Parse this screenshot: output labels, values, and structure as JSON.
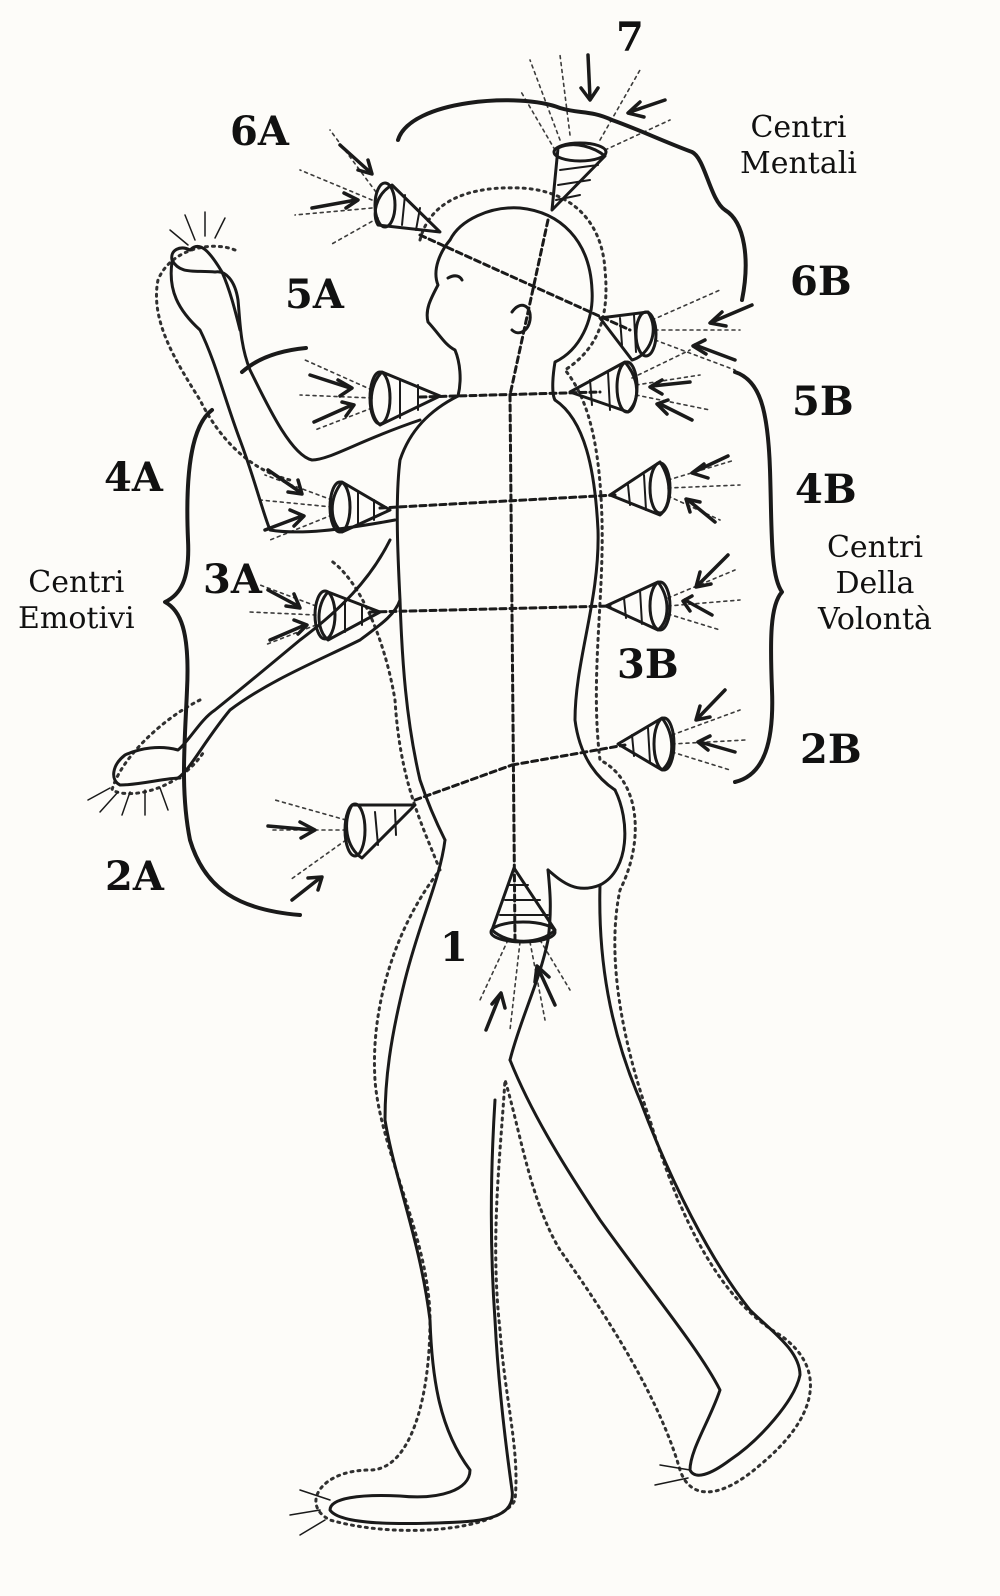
{
  "labels": {
    "c7": "7",
    "c6a": "6A",
    "c6b": "6B",
    "c5a": "5A",
    "c5b": "5B",
    "c4a": "4A",
    "c4b": "4B",
    "c3a": "3A",
    "c3b": "3B",
    "c2a": "2A",
    "c2b": "2B",
    "c1": "1"
  },
  "groups": {
    "mental": {
      "line1": "Centri",
      "line2": "Mentali"
    },
    "emotional": {
      "line1": "Centri",
      "line2": "Emotivi"
    },
    "will": {
      "line1": "Centri",
      "line2": "Della",
      "line3": "Volontà"
    }
  },
  "colors": {
    "ink": "#1a1a1a",
    "paper": "#fdfcf9"
  }
}
